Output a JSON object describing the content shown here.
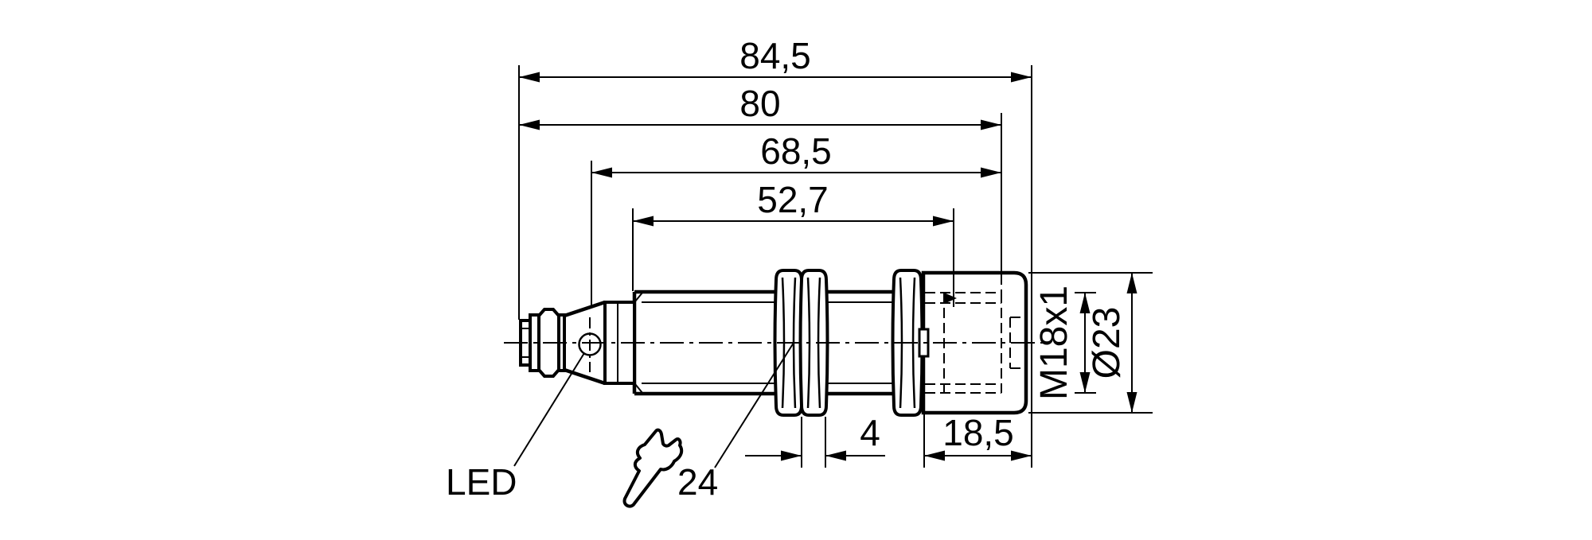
{
  "drawing": {
    "kind": "technical dimensional drawing of cylindrical M18 sensor",
    "colors": {
      "line": "#000000",
      "background": "#ffffff"
    },
    "dims": {
      "overall": "84,5",
      "to_thread_end": "80",
      "body": "68,5",
      "thread": "52,7",
      "nut": "4",
      "head": "18,5",
      "thread_spec": "M18x1",
      "head_diameter": "Ø23",
      "wrench_size": "24"
    },
    "labels": {
      "led": "LED"
    },
    "icons": {
      "wrench": "wrench-icon",
      "led_indicator": "led-indicator-circle"
    }
  }
}
